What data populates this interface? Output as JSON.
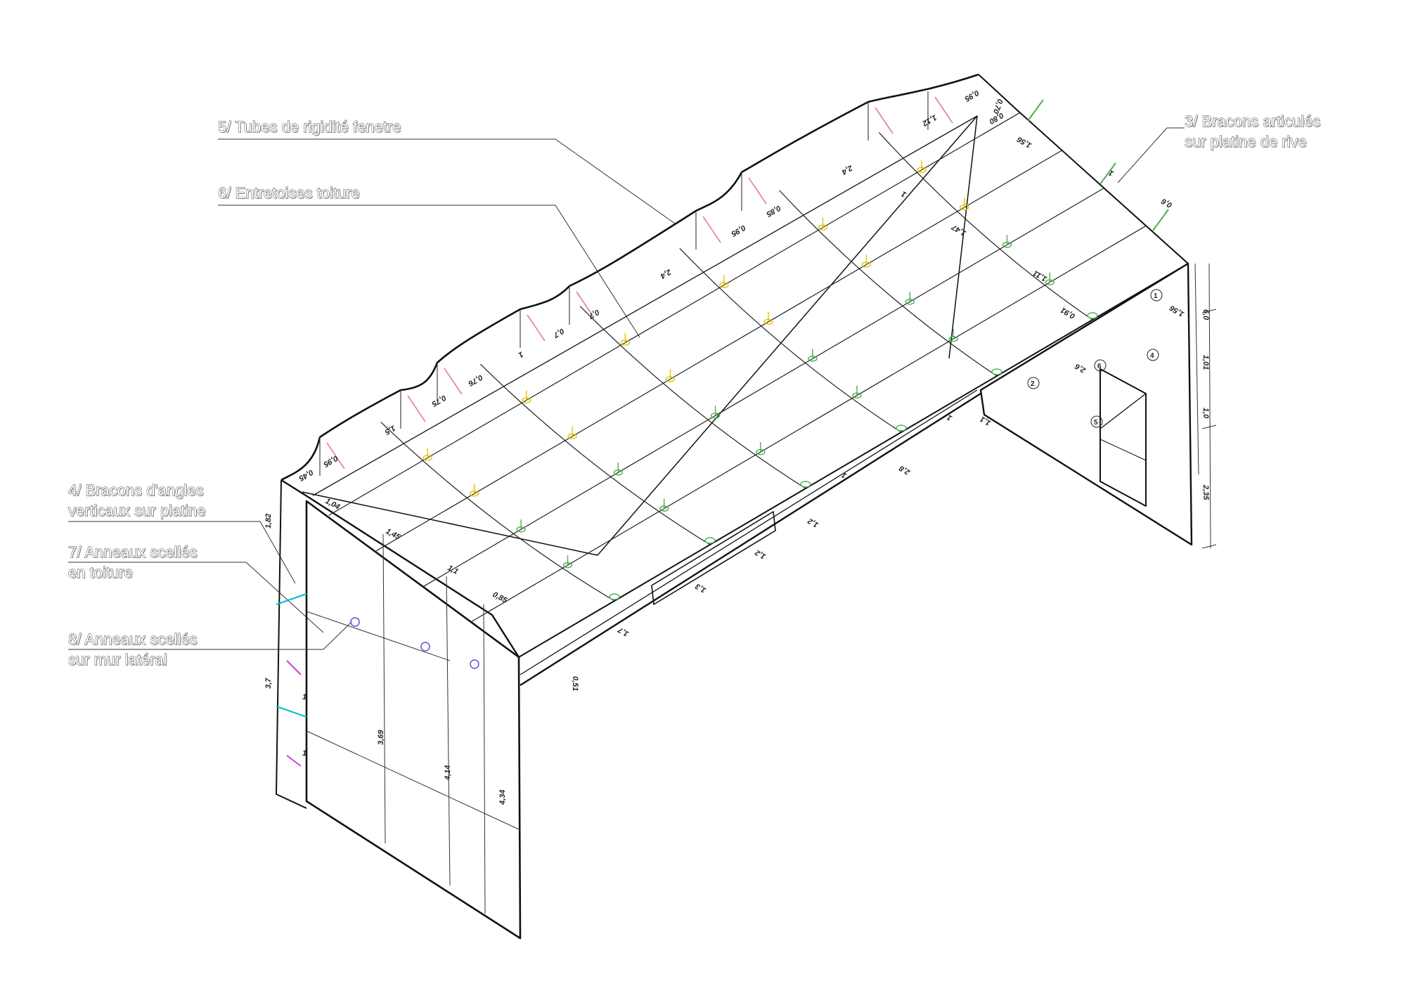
{
  "callouts": {
    "c5": {
      "line1": "5/ Tubes de rigidité fenetre"
    },
    "c6": {
      "line1": "6/ Entretoises toiture"
    },
    "c3": {
      "line1": "3/ Bracons articulés",
      "line2": "sur platine de rive"
    },
    "c4": {
      "line1": "4/ Bracons d'angles",
      "line2": "verticaux sur platine"
    },
    "c7": {
      "line1": "7/ Anneaux scellés",
      "line2": "en toiture"
    },
    "c8": {
      "line1": "8/ Anneaux scellés",
      "line2": "sur mur latéral"
    }
  },
  "dimensions": {
    "roof_top": [
      "0,45",
      "0,95",
      "1,5",
      "0,75",
      "0,76",
      "1",
      "0,7",
      "0,7",
      "2,4",
      "0,95",
      "0,85",
      "2,4",
      "1,12",
      "0,95",
      "0,70",
      "0,80"
    ],
    "roof_left": [
      "1,04",
      "1,45",
      "1,1",
      "0,85"
    ],
    "roof_right": [
      "1,56",
      "1",
      "0,6",
      "1,47",
      "1,11",
      "0,91",
      "1,56",
      "1"
    ],
    "long_side": [
      "0,51",
      "1,7",
      "1,3",
      "1,2",
      "1,2",
      "1",
      "2,8",
      "1,1",
      "2,6",
      "1"
    ],
    "left_end": [
      "1,82",
      "3,7",
      "1",
      "1",
      "3,69",
      "4,14",
      "4,34"
    ],
    "right_end": [
      "6,0",
      "1,01",
      "1,0",
      "2,35"
    ]
  },
  "markers": [
    "1",
    "2",
    "6",
    "4",
    "5"
  ],
  "colors": {
    "line": "#111111",
    "thin": "#555555",
    "bracon_pink": "#e07ab5",
    "ring_yellow": "#e6c200",
    "ring_green": "#4caf50",
    "bracon_cyan": "#00bcd4",
    "anchor_violet": "#6a4bd8",
    "magenta": "#d43fd4"
  }
}
